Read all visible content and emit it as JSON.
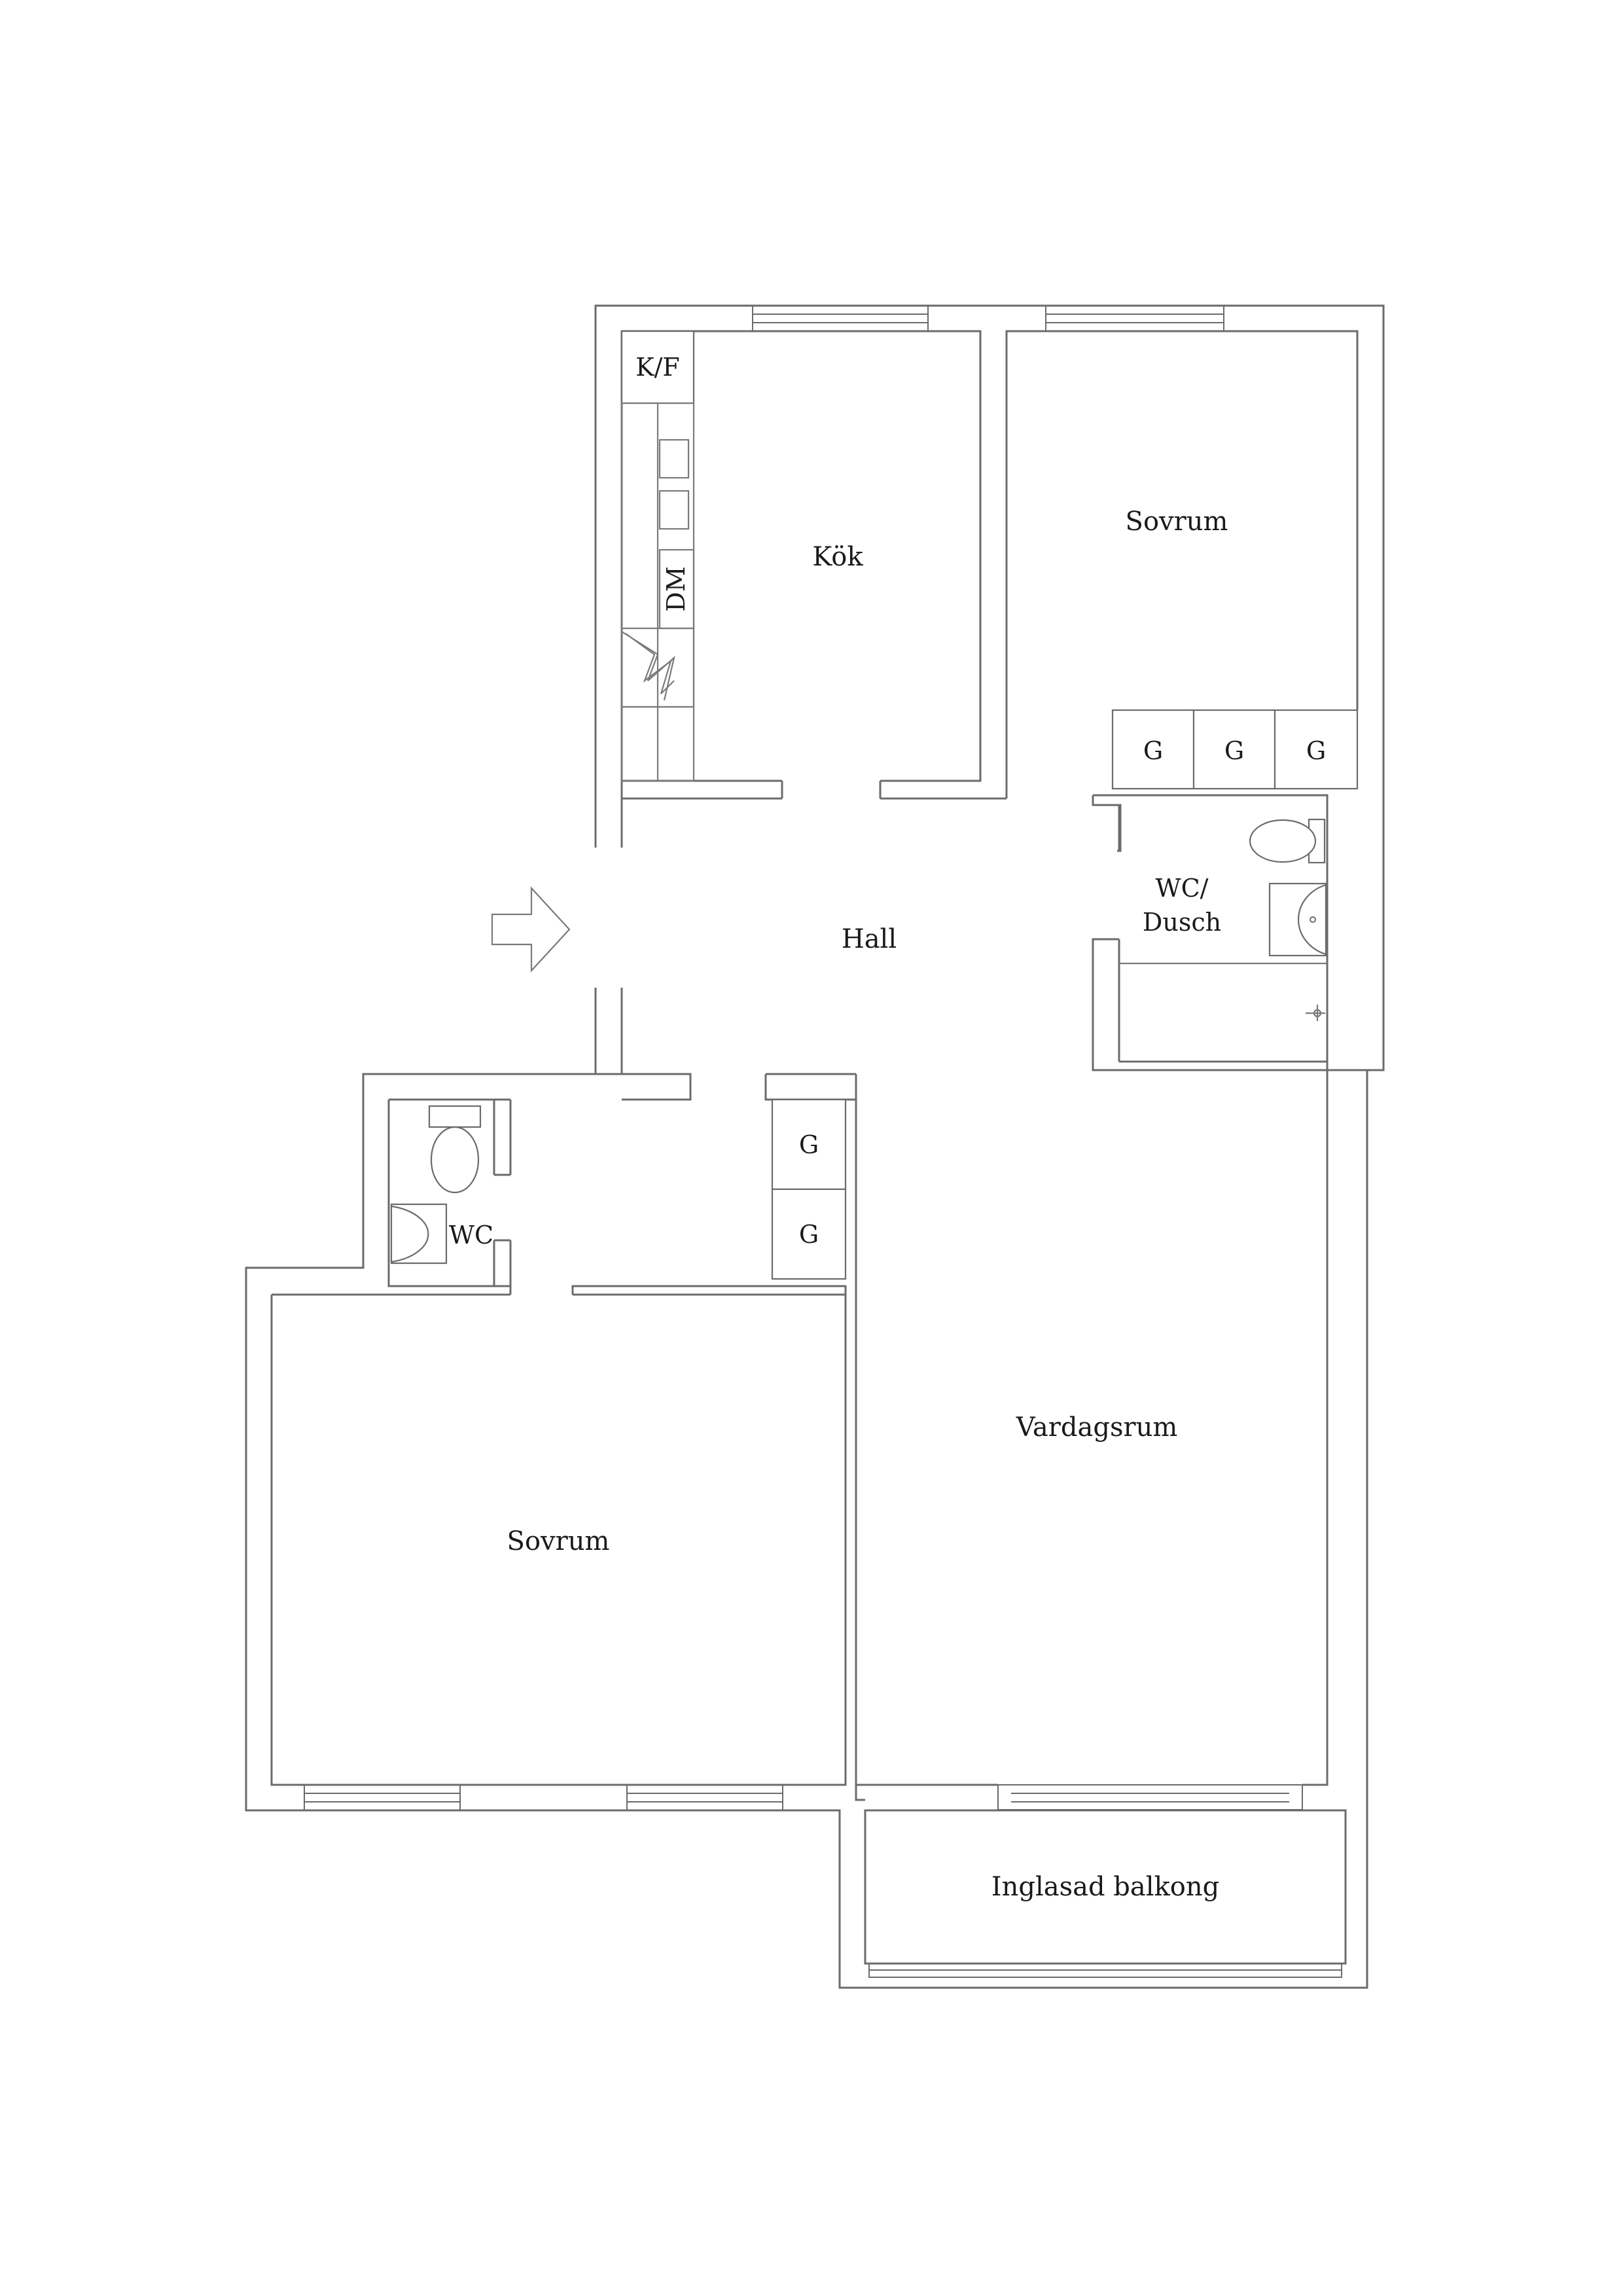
{
  "rooms": {
    "kitchen": "Kök",
    "bedroom_top": "Sovrum",
    "hall": "Hall",
    "wc_shower_line1": "WC/",
    "wc_shower_line2": "Dusch",
    "wc": "WC",
    "bedroom_bottom": "Sovrum",
    "living": "Vardagsrum",
    "balcony": "Inglasad balkong"
  },
  "fixtures": {
    "fridge_freezer": "K/F",
    "dishwasher": "DM",
    "wardrobe": "G"
  },
  "colors": {
    "line": "#6b6b6b",
    "text": "#1a1a1a",
    "background": "#ffffff"
  }
}
